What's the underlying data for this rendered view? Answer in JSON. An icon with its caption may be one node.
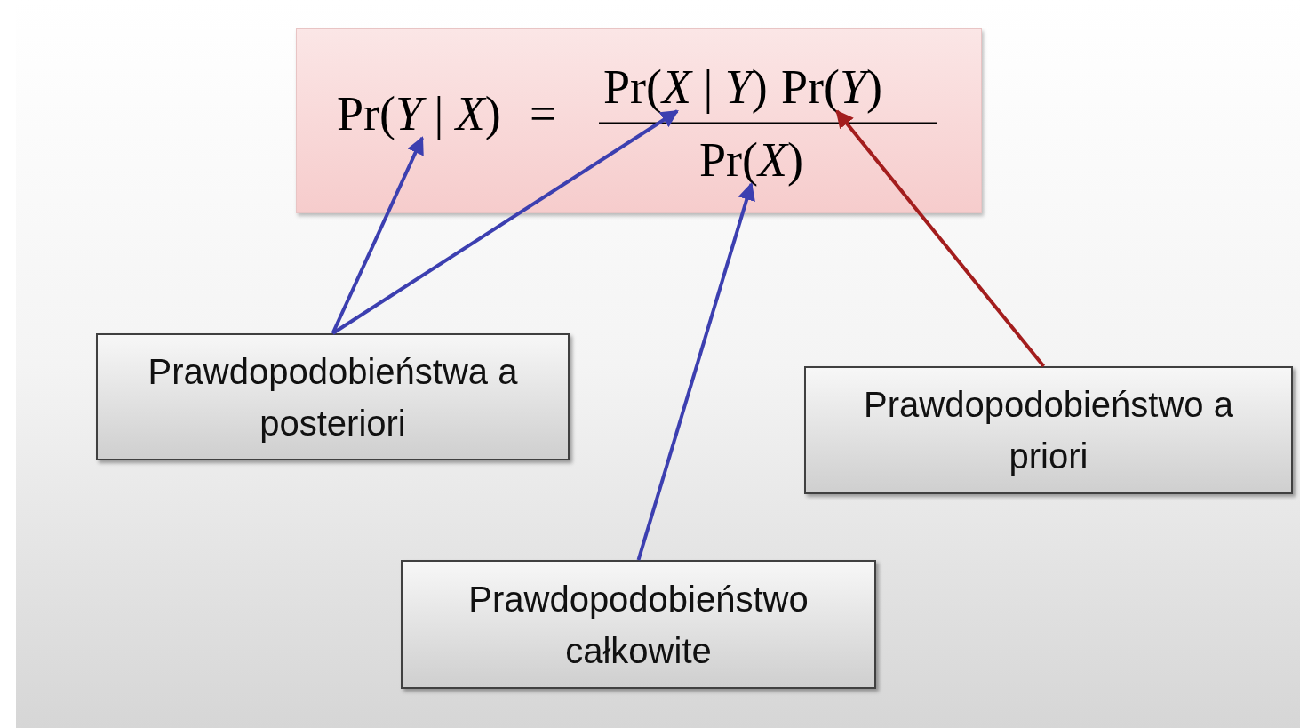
{
  "diagram": {
    "nodes": [
      {
        "text": [],
        "shape": "box"
      },
      {
        "text": [
          "Pr(*Y* | *X*)"
        ],
        "in": 0
      },
      {
        "text": [
          "Pr(*X* | *Y*)"
        ],
        "in": 0
      },
      {
        "text": [
          "Pr(*Y*)"
        ],
        "in": 0
      },
      {
        "text": [
          "Pr(*X*)"
        ],
        "in": 0
      },
      {
        "text": [
          "Prawdopodobieństwa a posteriori"
        ]
      },
      {
        "text": [
          "Prawdopodobieństwo a priori"
        ]
      },
      {
        "text": [
          "Prawdopodobieństwo całkowite"
        ]
      }
    ],
    "edges": [
      {
        "from": 5,
        "to": 1,
        "arrow": "to"
      },
      {
        "from": 5,
        "to": 2,
        "arrow": "to"
      },
      {
        "from": 6,
        "to": 3,
        "arrow": "to",
        "color": "#a31d1d"
      },
      {
        "from": 7,
        "to": 4,
        "arrow": "to"
      }
    ],
    "labels": [
      "="
    ]
  }
}
